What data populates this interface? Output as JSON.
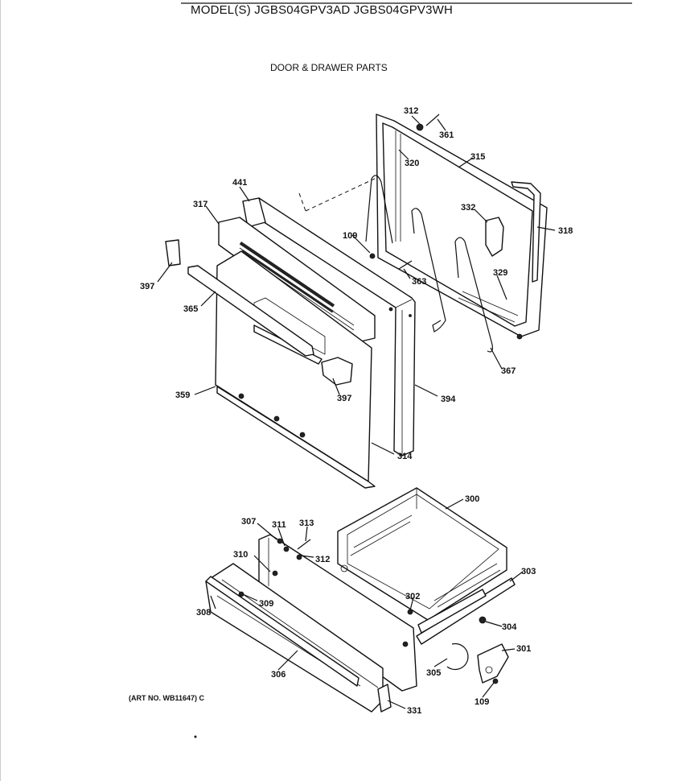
{
  "header": {
    "model_line": "MODEL(S) JGBS04GPV3AD  JGBS04GPV3WH",
    "section_title": "DOOR & DRAWER PARTS"
  },
  "footer": {
    "art_number": "(ART NO. WB11647) C"
  },
  "part_labels": [
    "312",
    "361",
    "320",
    "315",
    "441",
    "317",
    "109",
    "332",
    "318",
    "397",
    "363",
    "329",
    "365",
    "367",
    "397",
    "359",
    "394",
    "314",
    "300",
    "307",
    "311",
    "313",
    "310",
    "312",
    "303",
    "308",
    "309",
    "302",
    "304",
    "301",
    "306",
    "305",
    "109",
    "331"
  ]
}
